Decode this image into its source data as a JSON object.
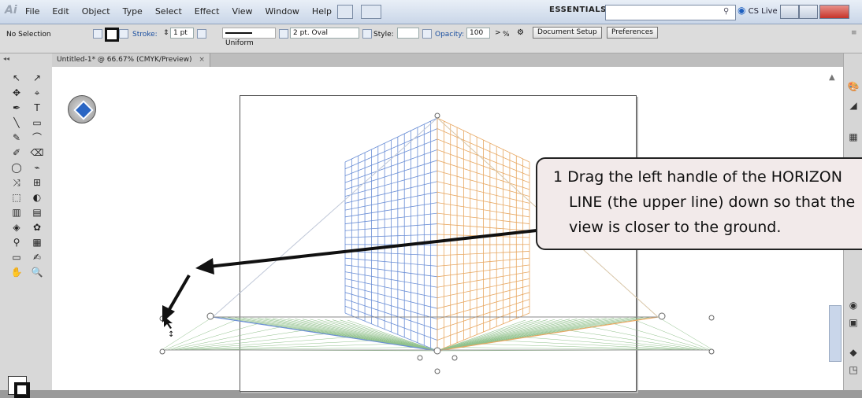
{
  "app": {
    "logo": "Ai"
  },
  "menu": [
    "File",
    "Edit",
    "Object",
    "Type",
    "Select",
    "Effect",
    "View",
    "Window",
    "Help"
  ],
  "workspace": {
    "label": "ESSENTIALS ▾",
    "search_placeholder": ""
  },
  "cslive": {
    "label": "CS Live ▾"
  },
  "control": {
    "selection": "No Selection",
    "stroke_label": "Stroke:",
    "stroke_value": "1 pt",
    "stroke_style": "Uniform",
    "brush": "2 pt. Oval",
    "style_label": "Style:",
    "opacity_label": "Opacity:",
    "opacity_value": "100",
    "opacity_unit": "%",
    "doc_setup": "Document Setup",
    "preferences": "Preferences"
  },
  "tab": {
    "title": "Untitled-1* @ 66.67% (CMYK/Preview)",
    "close": "×"
  },
  "tools": [
    "↖",
    "↗",
    "✥",
    "⌖",
    "✒",
    "T",
    "╲",
    "▭",
    "✎",
    "⌒",
    "✐",
    "⌫",
    "◯",
    "⌁",
    "⤨",
    "⊞",
    "⬚",
    "◐",
    "▥",
    "▤",
    "◈",
    "✿",
    "⚲",
    "▦",
    "▭",
    "✍",
    "✋",
    "🔍"
  ],
  "callout": {
    "lines": [
      "1  Drag the left handle of the HORIZON",
      "LINE (the upper line) down so that the",
      "view is closer to the ground."
    ]
  },
  "colors": {
    "left_grid": "#6b8fd6",
    "right_grid": "#e8a862",
    "ground_grid": "#8fc08a",
    "arrow": "#111111"
  }
}
